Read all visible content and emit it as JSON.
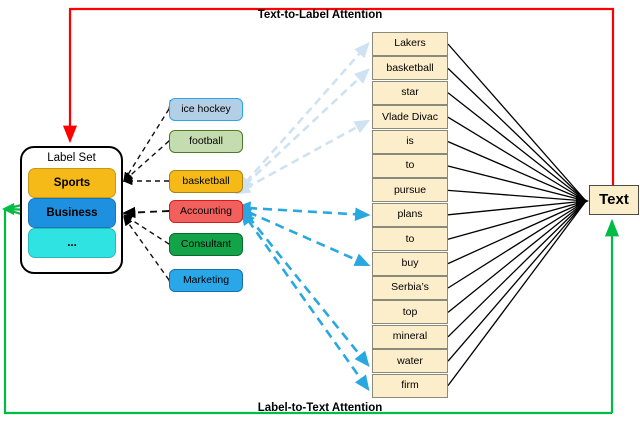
{
  "figure": {
    "caption_top": "Text-to-Label Attention",
    "caption_bottom": "Label-to-Text Attention",
    "text_node_label": "Text"
  },
  "label_set": {
    "title": "Label Set",
    "categories": [
      {
        "label": "Sports",
        "color": "#f5ba17"
      },
      {
        "label": "Business",
        "color": "#1e90e0"
      },
      {
        "label": "...",
        "color": "#2fe3e3"
      }
    ]
  },
  "label_chips": [
    {
      "label": "ice hockey",
      "color": "#b3cfe5",
      "border": "#2aa7e8"
    },
    {
      "label": "football",
      "color": "#c5dcb0",
      "border": "#4f7a2a"
    },
    {
      "label": "basketball",
      "color": "#f5ba17",
      "border": "#a8860e"
    },
    {
      "label": "Accounting",
      "color": "#f2605e",
      "border": "#d01f1c"
    },
    {
      "label": "Consultant",
      "color": "#13a349",
      "border": "#0a6b2f"
    },
    {
      "label": "Marketing",
      "color": "#2aa7e8",
      "border": "#1573a8"
    }
  ],
  "tokens": [
    "Lakers",
    "basketball",
    "star",
    "Vlade Divac",
    "is",
    "to",
    "pursue",
    "plans",
    "to",
    "buy",
    "Serbia’s",
    "top",
    "mineral",
    "water",
    "firm"
  ],
  "colors": {
    "text_to_label_arrow": "#ff0000",
    "label_to_text_arrow": "#00bb44",
    "strong_attention_dashed": "#29a8e0",
    "weak_attention_dashed": "#cfe2f2",
    "token_fill": "#fdeecb",
    "token_border": "#8a8a7a",
    "fan_line": "#000000"
  }
}
